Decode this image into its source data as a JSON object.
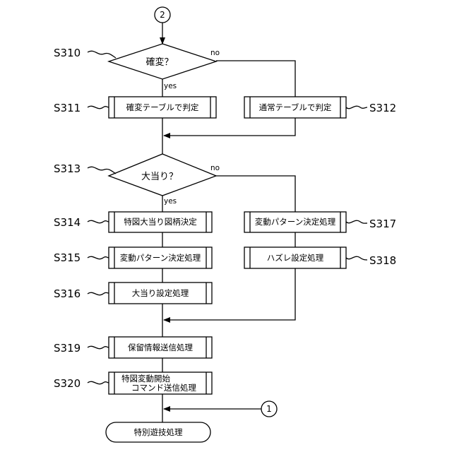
{
  "top_connector": "2",
  "bottom_connector": "1",
  "steps": {
    "s310": {
      "id": "S310",
      "text": "確変？",
      "yes": "yes",
      "no": "no"
    },
    "s311": {
      "id": "S311",
      "text": "確変テーブルで判定"
    },
    "s312": {
      "id": "S312",
      "text": "通常テーブルで判定"
    },
    "s313": {
      "id": "S313",
      "text": "大当り？",
      "yes": "yes",
      "no": "no"
    },
    "s314": {
      "id": "S314",
      "text": "特図大当り図柄決定"
    },
    "s315": {
      "id": "S315",
      "text": "変動パターン決定処理"
    },
    "s316": {
      "id": "S316",
      "text": "大当り設定処理"
    },
    "s317": {
      "id": "S317",
      "text": "変動パターン決定処理"
    },
    "s318": {
      "id": "S318",
      "text": "ハズレ設定処理"
    },
    "s319": {
      "id": "S319",
      "text": "保留情報送信処理"
    },
    "s320": {
      "id": "S320",
      "text_line1": "特図変動開始",
      "text_line2": "コマンド送信処理"
    }
  },
  "terminal": "特別遊技処理"
}
